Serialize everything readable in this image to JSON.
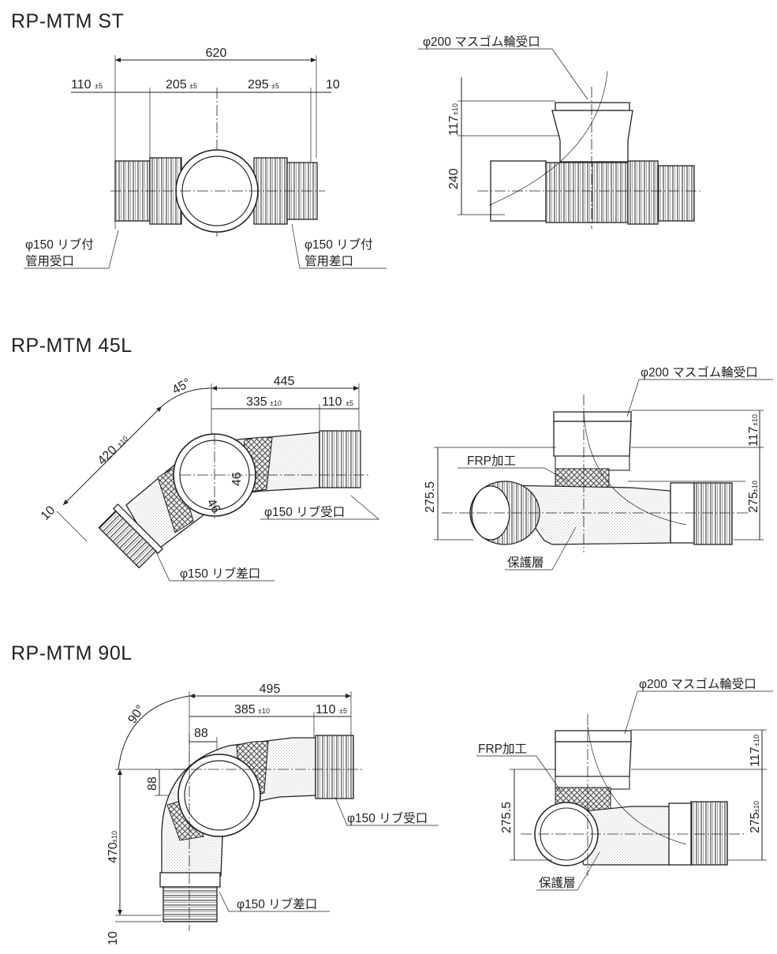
{
  "sections": [
    {
      "title": "RP-MTM ST",
      "dims": {
        "total": "620",
        "a": "110",
        "a_tol": "±5",
        "b": "205",
        "b_tol": "±5",
        "c": "295",
        "c_tol": "±5",
        "d": "10",
        "h1": "117",
        "h1_tol": "±10",
        "h2": "240"
      },
      "labels": {
        "inlet_top": "φ200 マスゴム輪受口",
        "left_1": "φ150 リブ付",
        "left_2": "管用受口",
        "right_1": "φ150 リブ付",
        "right_2": "管用差口"
      }
    },
    {
      "title": "RP-MTM 45L",
      "dims": {
        "angle": "45°",
        "total": "445",
        "a": "335",
        "a_tol": "±10",
        "b": "110",
        "b_tol": "±5",
        "diag": "420",
        "diag_tol": "±10",
        "end": "10",
        "inner1": "46",
        "inner2": "46",
        "h1": "117",
        "h1_tol": "±10",
        "h2": "275.5",
        "h3": "275",
        "h3_tol": "±10"
      },
      "labels": {
        "inlet_top": "φ200 マスゴム輪受口",
        "rib_in": "φ150 リブ受口",
        "rib_out": "φ150 リブ差口",
        "frp": "FRP加工",
        "protect": "保護層"
      }
    },
    {
      "title": "RP-MTM 90L",
      "dims": {
        "angle": "90°",
        "total": "495",
        "a": "385",
        "a_tol": "±10",
        "b": "110",
        "b_tol": "±5",
        "c": "88",
        "d": "88",
        "vert": "470",
        "vert_tol": "±10",
        "end": "10",
        "h1": "117",
        "h1_tol": "±10",
        "h2": "275.5",
        "h3": "275",
        "h3_tol": "±10"
      },
      "labels": {
        "inlet_top": "φ200 マスゴム輪受口",
        "rib_in": "φ150 リブ受口",
        "rib_out": "φ150 リブ差口",
        "frp": "FRP加工",
        "protect": "保護層"
      }
    }
  ]
}
